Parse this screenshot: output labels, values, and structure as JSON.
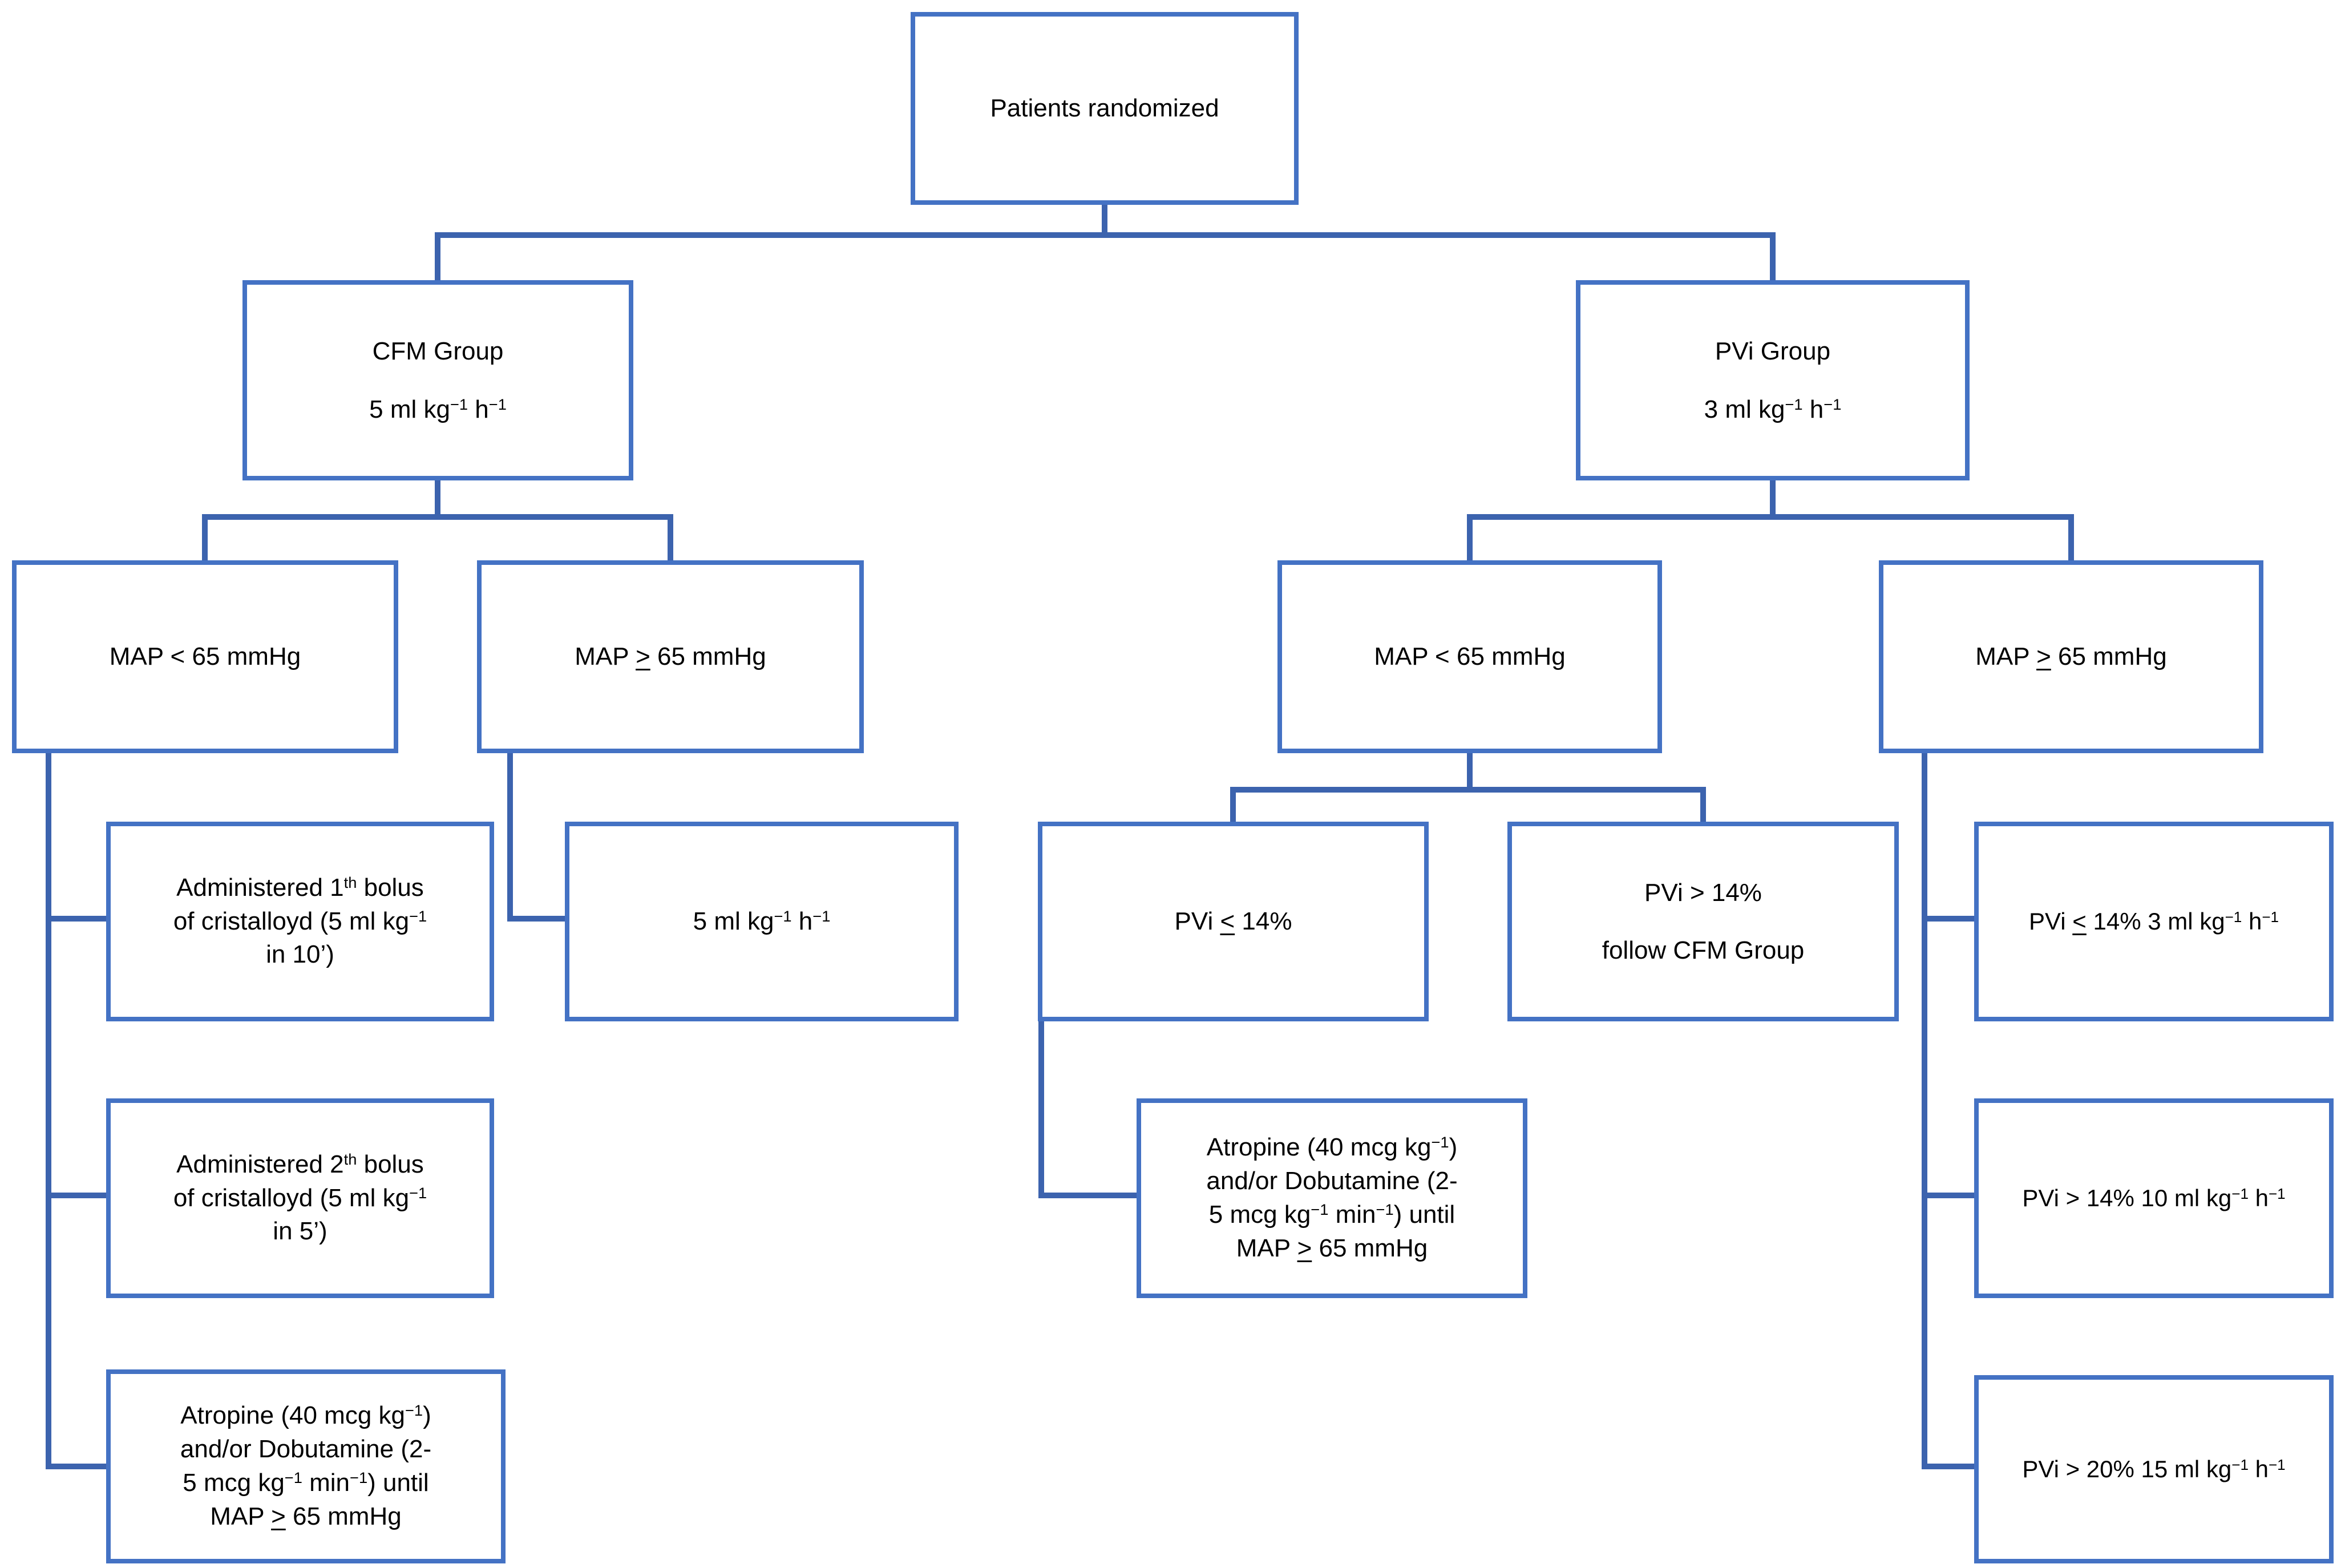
{
  "palette": {
    "background": "#FFFFFF",
    "box_border": "#4472C4",
    "connector_line": "#3C63AE",
    "text": "#000000"
  },
  "flowchart": {
    "nodes": {
      "patients": {
        "label": "Patients randomized"
      },
      "cfm_group": {
        "lines": [
          "CFM Group",
          "5 ml kg^{−1} h^{−1}"
        ]
      },
      "pvi_group": {
        "lines": [
          "PVi Group",
          "3 ml kg^{−1} h^{−1}"
        ]
      },
      "cfm_map_low": {
        "label": "MAP < 65 mmHg"
      },
      "cfm_map_high": {
        "label": "MAP ≥ 65 mmHg"
      },
      "pvi_map_low": {
        "label": "MAP < 65 mmHg"
      },
      "pvi_map_high": {
        "label": "MAP ≥ 65 mmHg"
      },
      "first_bolus": {
        "lines": [
          "Administered 1^{th} bolus",
          "of cristalloyd (5 ml kg^{−1}",
          "in 10’)"
        ]
      },
      "second_bolus": {
        "lines": [
          "Administered 2^{th} bolus",
          "of cristalloyd (5 ml kg^{−1}",
          "in 5’)"
        ]
      },
      "atropine_cfm": {
        "lines": [
          "Atropine (40 mcg kg^{−1})",
          "and/or Dobutamine (2-",
          "5 mcg kg^{−1} min^{−1}) until",
          "MAP ≥ 65 mmHg"
        ]
      },
      "maintenance_5ml": {
        "label": "5 ml kg^{−1} h^{−1}"
      },
      "pvi_low": {
        "label": "PVi ≤ 14%"
      },
      "pvi_high_follow": {
        "lines": [
          "PVi > 14%",
          "follow CFM Group"
        ]
      },
      "atropine_pvi": {
        "lines": [
          "Atropine (40 mcg kg^{−1})",
          "and/or Dobutamine (2-",
          "5 mcg kg^{−1} min^{−1}) until",
          "MAP ≥ 65 mmHg"
        ]
      },
      "pvi_rate_low": {
        "label": "PVi ≤ 14% 3 ml kg^{−1} h^{−1}"
      },
      "pvi_rate_mid": {
        "label": "PVi > 14% 10 ml kg^{−1} h^{−1}"
      },
      "pvi_rate_high": {
        "label": "PVi > 20% 15 ml kg^{−1} h^{−1}"
      }
    }
  }
}
